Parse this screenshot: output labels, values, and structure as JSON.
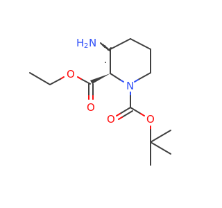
{
  "molecule": {
    "atoms": {
      "amine_n": "N",
      "amine_h": "H",
      "amine_h_count": "2",
      "ring_n": "N",
      "ester_o_single": "O",
      "ester_o_double": "O",
      "boc_o_double": "O",
      "boc_o_single": "O"
    }
  },
  "colors": {
    "carbon_bond": "#404040",
    "nitrogen": "#3050F8",
    "oxygen": "#FF0D0D"
  }
}
